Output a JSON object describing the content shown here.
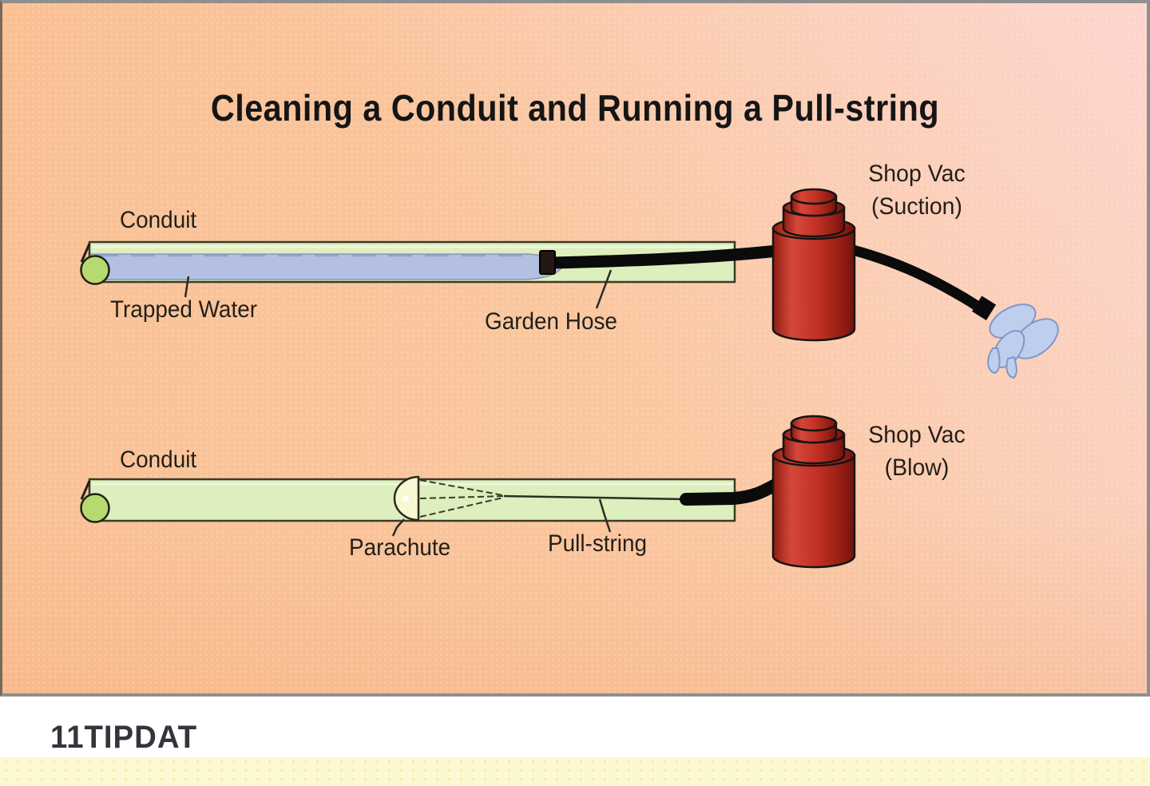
{
  "title": "Cleaning a Conduit and Running a Pull-string",
  "top_diagram": {
    "conduit_label": "Conduit",
    "trapped_water_label": "Trapped Water",
    "garden_hose_label": "Garden Hose",
    "shop_vac": {
      "line1": "Shop Vac",
      "line2": "(Suction)"
    }
  },
  "bottom_diagram": {
    "conduit_label": "Conduit",
    "parachute_label": "Parachute",
    "pull_string_label": "Pull-string",
    "shop_vac": {
      "line1": "Shop Vac",
      "line2": "(Blow)"
    }
  },
  "footer": {
    "code": "11TIPDAT"
  },
  "colors": {
    "panel_border": "#8f8f8f",
    "bg_orange": "#f9c094",
    "bg_peach": "#fac7a0",
    "bg_pink": "#fdd6d0",
    "conduit_fill": "#ddefbd",
    "conduit_outline": "#3b3b28",
    "water_fill": "#b4c0e1",
    "water_line": "#8b9bd0",
    "end_cap_green": "#b6da70",
    "hose_black": "#0b0b0b",
    "vac_red": "#c13023",
    "vac_red_dark": "#8e1b12",
    "vac_red_light": "#d4473a",
    "parachute_fill": "#f8f8d2",
    "spray_fill": "#becfee",
    "spray_outline": "#8296c9",
    "label_color": "#221f18",
    "footer_strip_yellow": "#fbf8d2",
    "footer_text_color": "#34343c"
  }
}
